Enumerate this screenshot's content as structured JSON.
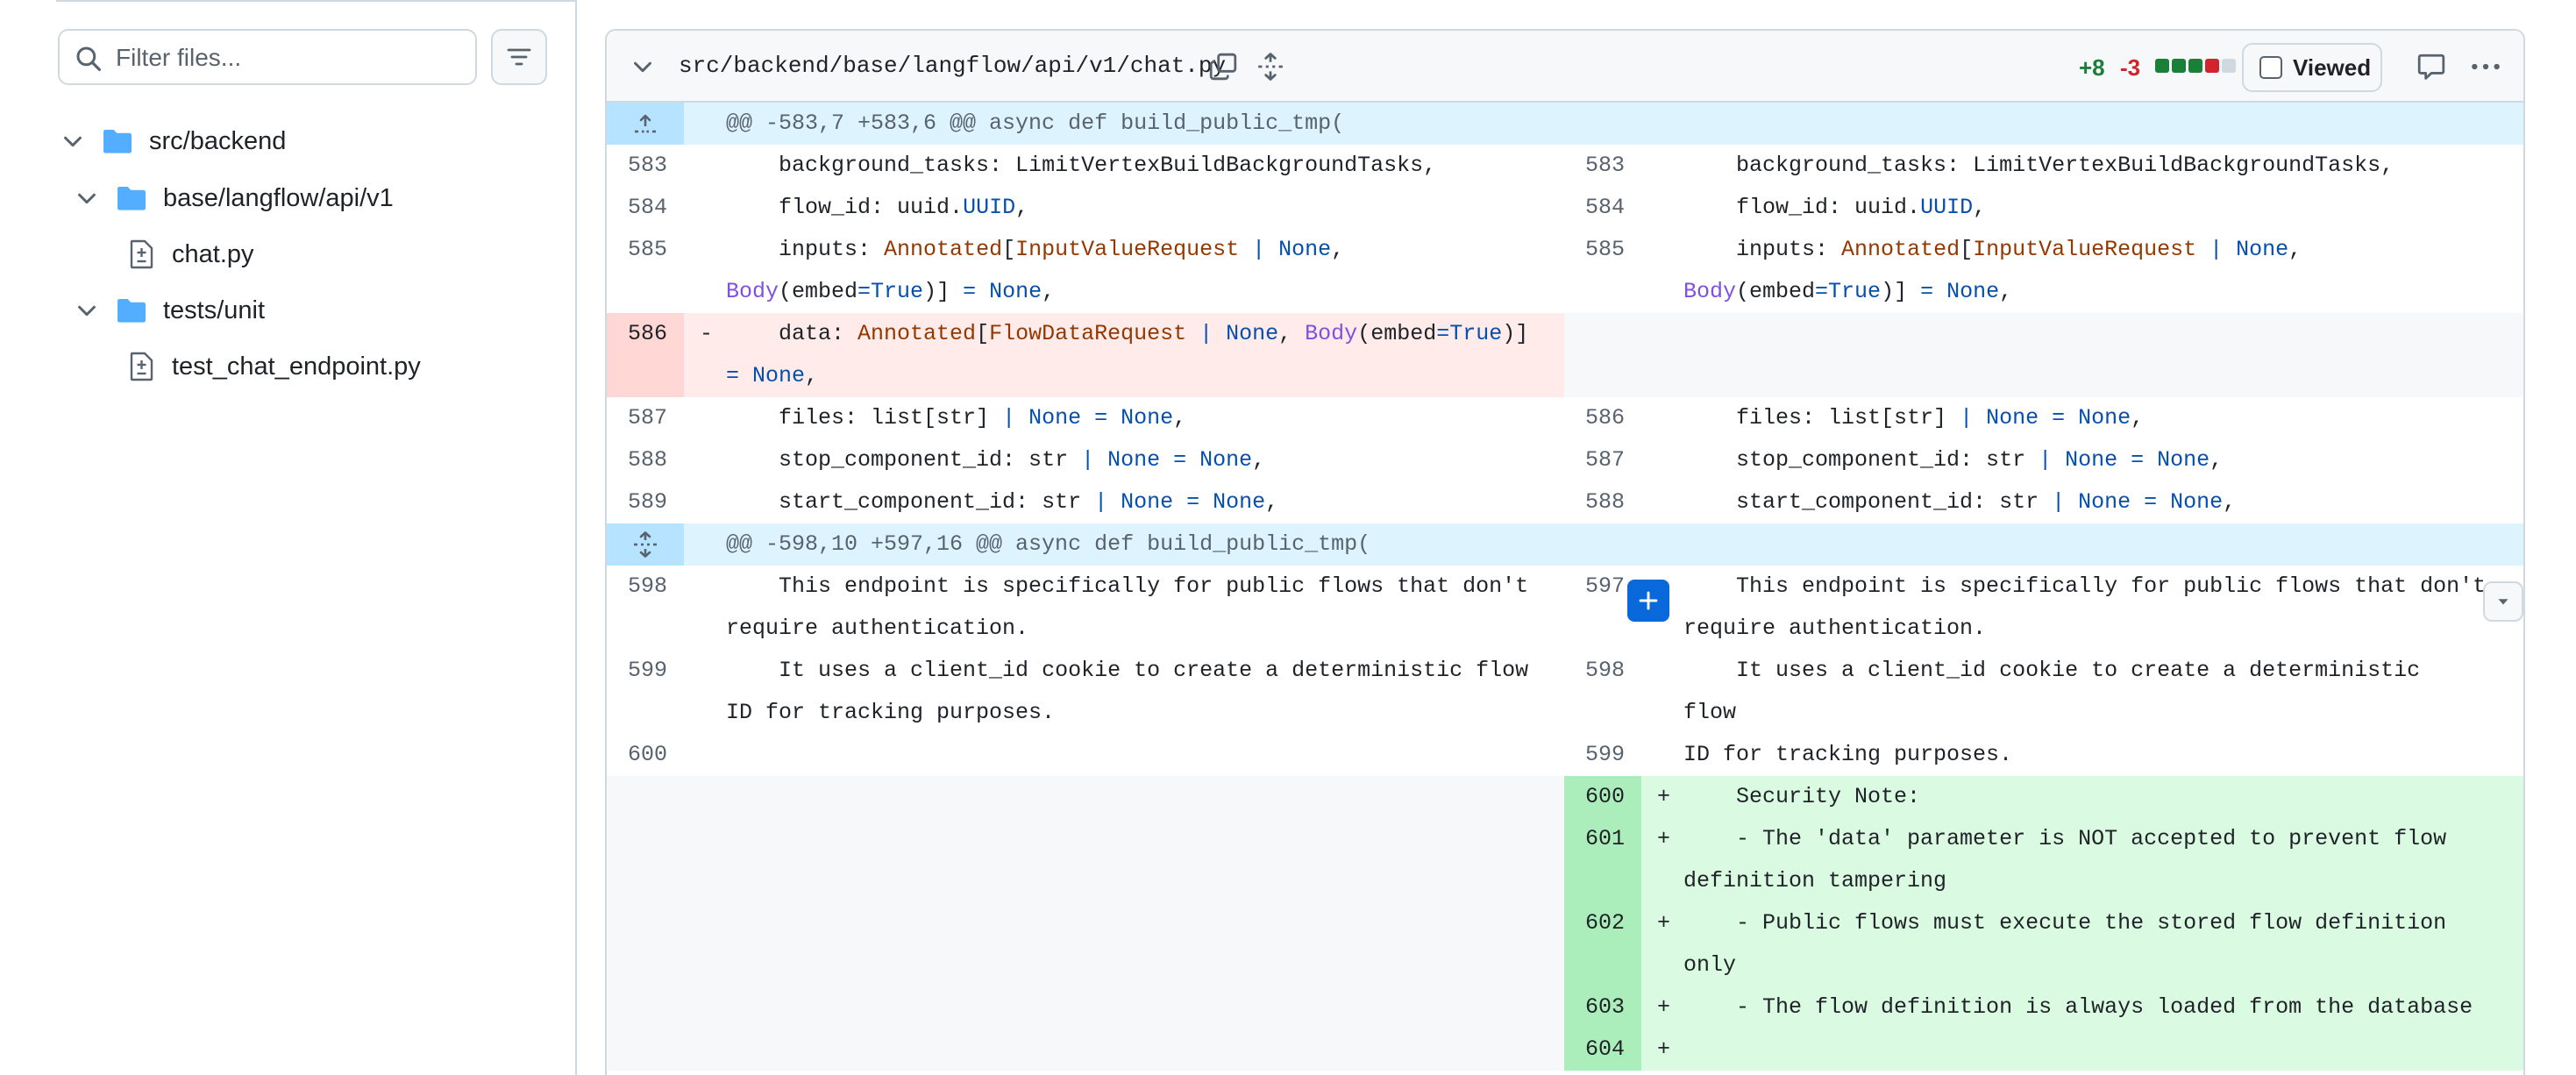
{
  "sidebar": {
    "filter_placeholder": "Filter files...",
    "tree": [
      {
        "type": "folder",
        "label": "src/backend"
      },
      {
        "type": "folder",
        "label": "base/langflow/api/v1"
      },
      {
        "type": "file",
        "label": "chat.py"
      },
      {
        "type": "folder",
        "label": "tests/unit"
      },
      {
        "type": "file",
        "label": "test_chat_endpoint.py"
      }
    ]
  },
  "file": {
    "path": "src/backend/base/langflow/api/v1/chat.py",
    "additions": "+8",
    "deletions": "-3",
    "viewed_label": "Viewed",
    "diffstat_colors": [
      "#1a7f37",
      "#1a7f37",
      "#1a7f37",
      "#d1242f",
      "#d1d9e0"
    ]
  },
  "hunks": [
    {
      "header": "@@ -583,7 +583,6 @@ async def build_public_tmp("
    },
    {
      "header": "@@ -598,10 +597,16 @@ async def build_public_tmp("
    }
  ],
  "lines": {
    "l583": "583",
    "r583": "583",
    "l584": "584",
    "r584": "584",
    "l585": "585",
    "r585": "585",
    "l586": "586",
    "l587": "587",
    "r586": "586",
    "l588": "588",
    "r587": "587",
    "l589": "589",
    "r588": "588",
    "l598": "598",
    "r597": "597",
    "l599": "599",
    "r598": "598",
    "l600": "600",
    "r599": "599",
    "r600": "600",
    "r601": "601",
    "r602": "602",
    "r603": "603",
    "r604": "604"
  },
  "code": {
    "bg_tasks_a": "    background_tasks: LimitVertexBuildBackgroundTasks,",
    "flow_id_a": "    flow_id: uuid.",
    "flow_id_b": "UUID",
    "flow_id_c": ",",
    "inputs_a": "    inputs: ",
    "inputs_b": "Annotated",
    "inputs_c": "[",
    "inputs_d": "InputValueRequest",
    "inputs_e": " | ",
    "inputs_f": "None",
    "inputs_g": ",",
    "inputs2_a": "Body",
    "inputs2_b": "(embed",
    "inputs2_c": "=",
    "inputs2_d": "True",
    "inputs2_e": ")] ",
    "inputs2_f": "=",
    "inputs2_g": " ",
    "inputs2_h": "None",
    "inputs2_i": ",",
    "data_a": "    data: ",
    "data_b": "Annotated",
    "data_c": "[",
    "data_d": "FlowDataRequest",
    "data_e": " | ",
    "data_f": "None",
    "data_g": ", ",
    "data_h": "Body",
    "data_i": "(embed",
    "data_j": "=",
    "data_k": "True",
    "data_l": ")]",
    "data2_a": "= ",
    "data2_b": "None",
    "data2_c": ",",
    "files_a": "    files: list[str] ",
    "files_b": "| None = None",
    "files_c": ",",
    "stop_a": "    stop_component_id: str ",
    "stop_b": "| None = None",
    "stop_c": ",",
    "start_a": "    start_component_id: str ",
    "start_b": "| None = None",
    "start_c": ",",
    "doc1": "    This endpoint is specifically for public flows that don't",
    "doc1b": "require authentication.",
    "doc2": "    It uses a client_id cookie to create a deterministic flow",
    "doc2b": "ID for tracking purposes.",
    "sec_note": "    Security Note:",
    "sec_1": "    - The 'data' parameter is NOT accepted to prevent flow",
    "sec_1b": "definition tampering",
    "sec_2": "    - Public flows must execute the stored flow definition",
    "sec_2b": "only",
    "sec_3": "    - The flow definition is always loaded from the database"
  },
  "markers": {
    "minus": "-",
    "plus": "+"
  }
}
